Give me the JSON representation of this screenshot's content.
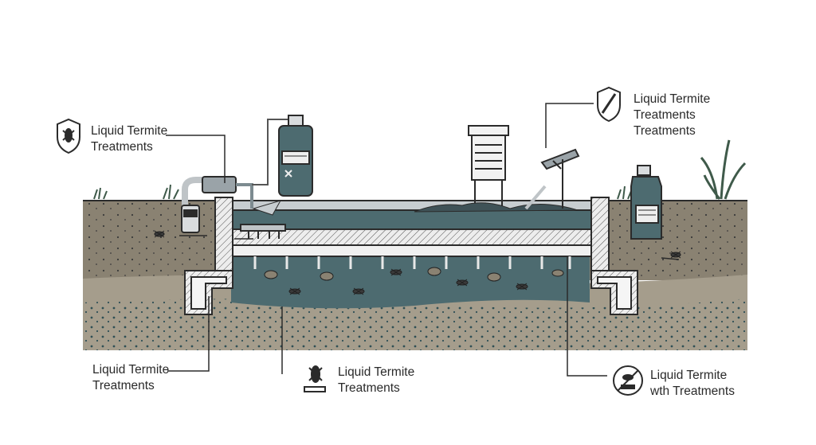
{
  "colors": {
    "soil": "#8a8272",
    "soil_dark": "#7a7264",
    "treated_zone": "#4d6b70",
    "gravel_dots": "#2f4f55",
    "concrete": "#e9e9e9",
    "outline": "#2b2b2b",
    "grass": "#3f5a4a"
  },
  "labels": {
    "top_left": {
      "line1": "Liquid Termite",
      "line2": "Treatments",
      "icon": "shield-termite-icon"
    },
    "top_right": {
      "line1": "Liquid Termite",
      "line2": "Treatments",
      "line3": "Treatments",
      "icon": "shield-sprayer-icon"
    },
    "bottom_left": {
      "line1": "Liquid Termite",
      "line2": "Treatments"
    },
    "bottom_center": {
      "line1": "Liquid Termite",
      "line2": "Treatments",
      "icon": "termite-icon"
    },
    "bottom_right": {
      "line1": "Liquid Termite",
      "line2": "wth Treatments",
      "icon": "no-termite-icon"
    }
  },
  "equipment": {
    "bottle_tall": "chemical-bottle-icon",
    "jug": "chemical-jug-icon",
    "bait_station": "bait-station-icon",
    "sprayer": "sprayer-wand-icon"
  }
}
